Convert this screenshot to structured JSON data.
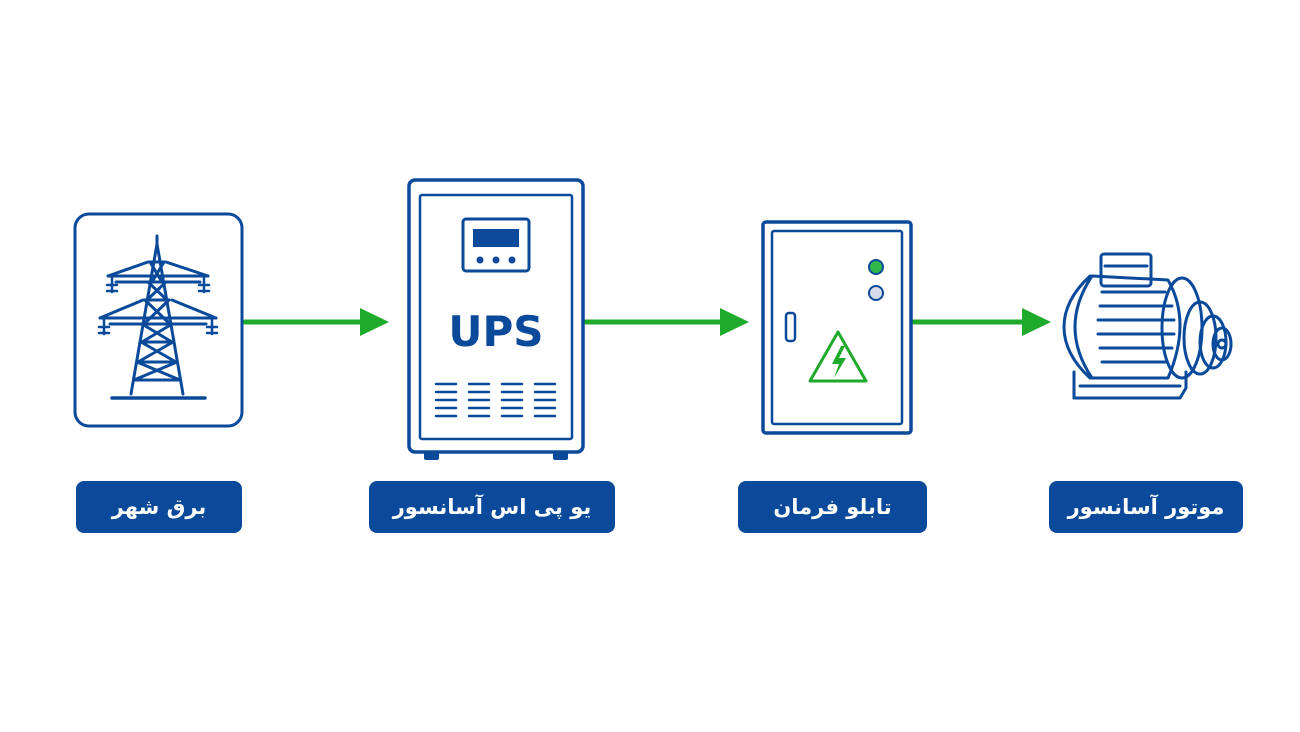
{
  "colors": {
    "primary_blue": "#0b4a9b",
    "arrow_green": "#1faa2b",
    "background": "#ffffff"
  },
  "nodes": [
    {
      "id": "city-power",
      "icon": "power-tower-icon",
      "label": "برق شهر"
    },
    {
      "id": "ups",
      "icon": "ups-cabinet-icon",
      "device_text": "UPS",
      "label": "یو پی اس آسانسور"
    },
    {
      "id": "control-panel",
      "icon": "electrical-panel-icon",
      "label": "تابلو فرمان"
    },
    {
      "id": "elevator-motor",
      "icon": "electric-motor-icon",
      "label": "موتور آسانسور"
    }
  ],
  "edges": [
    {
      "from": "city-power",
      "to": "ups"
    },
    {
      "from": "ups",
      "to": "control-panel"
    },
    {
      "from": "control-panel",
      "to": "elevator-motor"
    }
  ]
}
